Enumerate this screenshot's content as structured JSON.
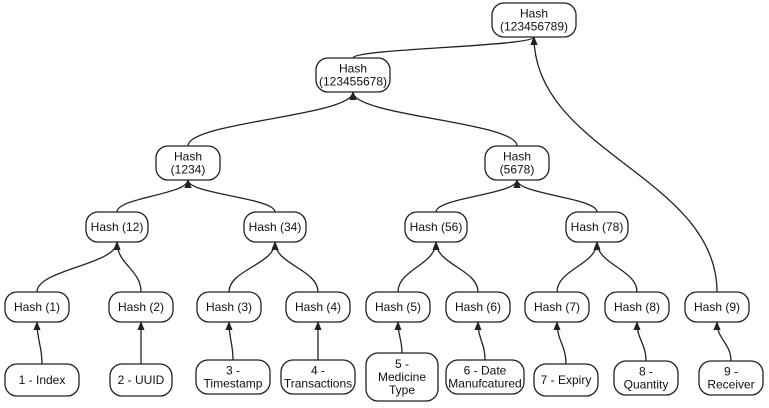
{
  "nodes": {
    "root": [
      "Hash",
      "(123456789)"
    ],
    "h1_8": [
      "Hash",
      "(123455678)"
    ],
    "h1234": [
      "Hash",
      "(1234)"
    ],
    "h5678": [
      "Hash",
      "(5678)"
    ],
    "h12": [
      "Hash (12)"
    ],
    "h34": [
      "Hash (34)"
    ],
    "h56": [
      "Hash (56)"
    ],
    "h78": [
      "Hash (78)"
    ],
    "h1": [
      "Hash (1)"
    ],
    "h2": [
      "Hash (2)"
    ],
    "h3": [
      "Hash (3)"
    ],
    "h4": [
      "Hash (4)"
    ],
    "h5": [
      "Hash (5)"
    ],
    "h6": [
      "Hash (6)"
    ],
    "h7": [
      "Hash (7)"
    ],
    "h8": [
      "Hash (8)"
    ],
    "h9": [
      "Hash (9)"
    ],
    "l1": [
      "1 - Index"
    ],
    "l2": [
      "2 - UUID"
    ],
    "l3": [
      "3 -",
      "Timestamp"
    ],
    "l4": [
      "4 -",
      "Transactions"
    ],
    "l5": [
      "5 -",
      "Medicine",
      "Type"
    ],
    "l6": [
      "6 - Date",
      "Manufcatured"
    ],
    "l7": [
      "7 - Expiry"
    ],
    "l8": [
      "8 -",
      "Quantity"
    ],
    "l9": [
      "9 -",
      "Receiver"
    ]
  },
  "edges": [
    [
      "h1_8",
      "root"
    ],
    [
      "h9",
      "root"
    ],
    [
      "h1234",
      "h1_8"
    ],
    [
      "h5678",
      "h1_8"
    ],
    [
      "h12",
      "h1234"
    ],
    [
      "h34",
      "h1234"
    ],
    [
      "h56",
      "h5678"
    ],
    [
      "h78",
      "h5678"
    ],
    [
      "h1",
      "h12"
    ],
    [
      "h2",
      "h12"
    ],
    [
      "h3",
      "h34"
    ],
    [
      "h4",
      "h34"
    ],
    [
      "h5",
      "h56"
    ],
    [
      "h6",
      "h56"
    ],
    [
      "h7",
      "h78"
    ],
    [
      "h8",
      "h78"
    ],
    [
      "l1",
      "h1"
    ],
    [
      "l2",
      "h2"
    ],
    [
      "l3",
      "h3"
    ],
    [
      "l4",
      "h4"
    ],
    [
      "l5",
      "h5"
    ],
    [
      "l6",
      "h6"
    ],
    [
      "l7",
      "h7"
    ],
    [
      "l8",
      "h8"
    ],
    [
      "l9",
      "h9"
    ]
  ]
}
